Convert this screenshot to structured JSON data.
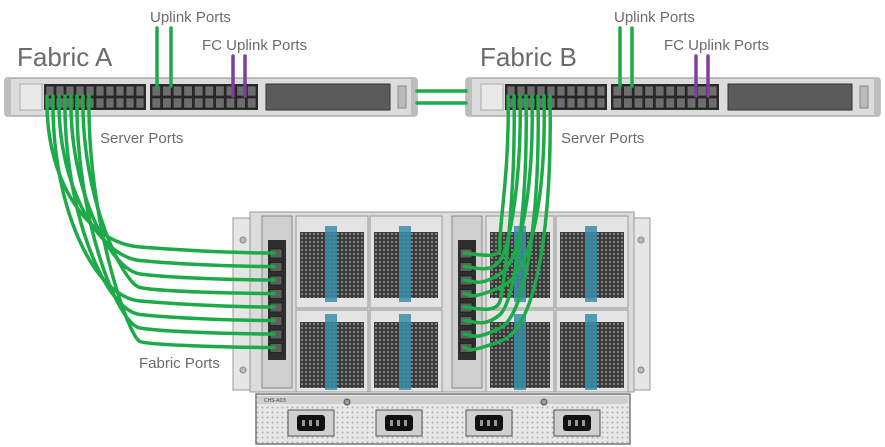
{
  "diagram": {
    "fabric_a": {
      "title": "Fabric A",
      "uplink_label": "Uplink Ports",
      "fc_uplink_label": "FC Uplink Ports",
      "server_label": "Server Ports"
    },
    "fabric_b": {
      "title": "Fabric B",
      "uplink_label": "Uplink Ports",
      "fc_uplink_label": "FC Uplink Ports",
      "server_label": "Server Ports"
    },
    "chassis": {
      "fabric_ports_label": "Fabric Ports",
      "model_tag": "CHS-A03"
    },
    "colors": {
      "ethernet_cable": "#1faa4a",
      "fc_cable": "#7b3f9e",
      "switch_body": "#d9d9d9",
      "accent_blue": "#3a8ea8",
      "label_text": "#6b6b6b"
    }
  }
}
